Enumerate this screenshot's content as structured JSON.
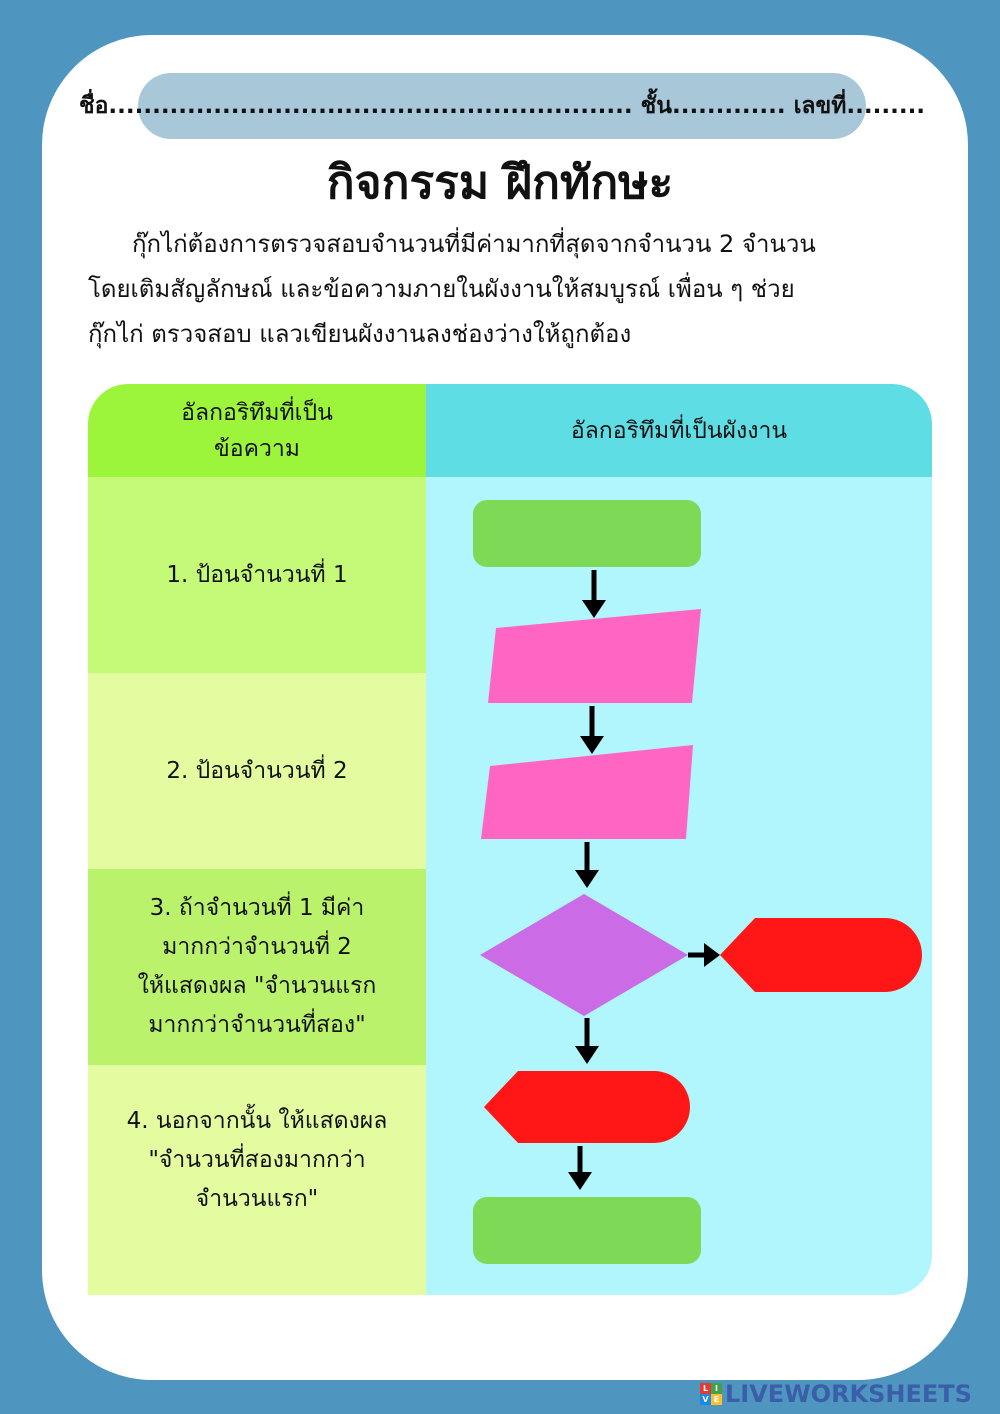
{
  "header": {
    "name_line": "ชื่อ............................................................ ชั้น............. เลขที่.........",
    "title": "กิจกรรม ฝึกทักษะ"
  },
  "instructions": {
    "line1": "กุ๊กไก่ต้องการตรวจสอบจำนวนที่มีค่ามากที่สุดจากจำนวน 2 จำนวน",
    "line2": "โดยเติมสัญลักษณ์ และข้อความภายในผังงานให้สมบูรณ์ เพื่อน ๆ ช่วย",
    "line3": "กุ๊กไก่ ตรวจสอบ แลวเขียนผังงานลงช่องว่างให้ถูกต้อง"
  },
  "table": {
    "left_header_line1": "อัลกอริทึมที่เป็น",
    "left_header_line2": "ข้อความ",
    "right_header": "อัลกอริทึมที่เป็นผังงาน",
    "steps": [
      {
        "lines": [
          "1. ป้อนจำนวนที่ 1"
        ]
      },
      {
        "lines": [
          "2. ป้อนจำนวนที่ 2"
        ]
      },
      {
        "lines": [
          "3. ถ้าจำนวนที่ 1 มีค่า",
          "มากกว่าจำนวนที่ 2",
          "ให้แสดงผล \"จำนวนแรก",
          "มากกว่าจำนวนที่สอง\""
        ]
      },
      {
        "lines": [
          "4. นอกจากนั้น ให้แสดงผล",
          "\"จำนวนที่สองมากกว่า",
          "จำนวนแรก\""
        ]
      }
    ]
  },
  "flowchart": {
    "colors": {
      "terminal": "#7ed957",
      "input": "#ff66c4",
      "decision": "#cb6ce6",
      "display": "#ff1616",
      "arrow": "#000000"
    }
  },
  "brand": {
    "text": "LIVEWORKSHEETS",
    "badge_letters": [
      "L",
      "I",
      "V",
      "E"
    ]
  }
}
